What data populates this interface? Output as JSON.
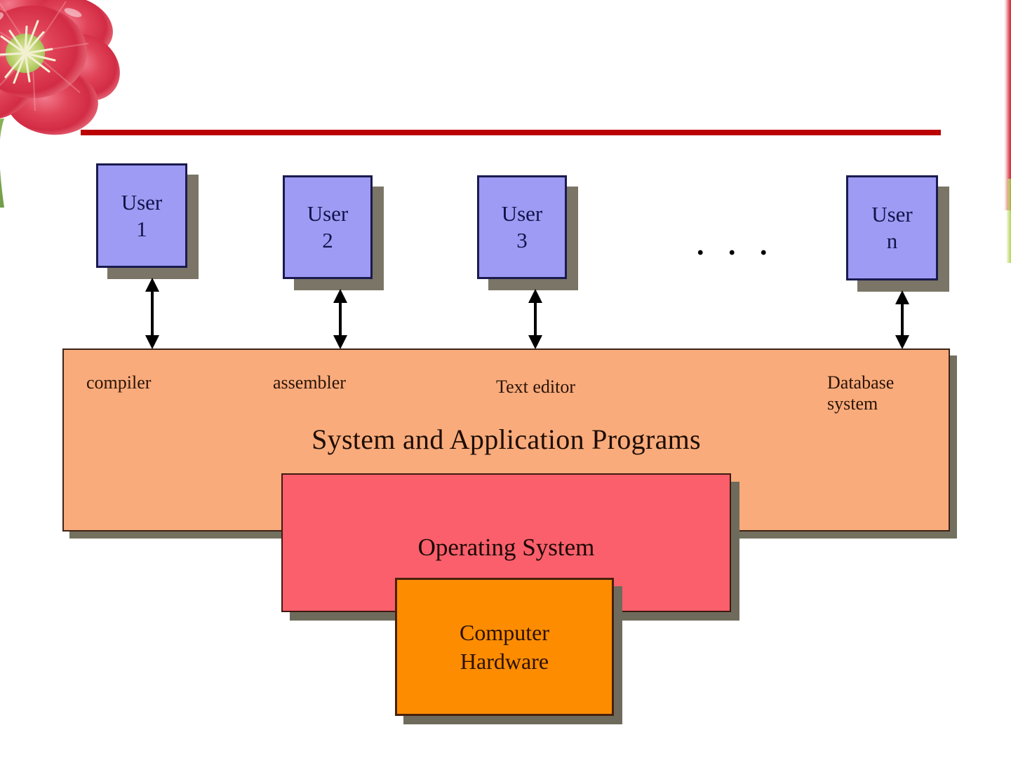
{
  "slide": {
    "title_rule_color": "#bb0303",
    "background": "#ffffff",
    "decoration": "poppy-flower"
  },
  "diagram": {
    "type": "layered-architecture",
    "users": [
      {
        "name": "user-1",
        "label_line1": "User",
        "label_line2": "1"
      },
      {
        "name": "user-2",
        "label_line1": "User",
        "label_line2": "2"
      },
      {
        "name": "user-3",
        "label_line1": "User",
        "label_line2": "3"
      },
      {
        "name": "user-n",
        "label_line1": "User",
        "label_line2": "n"
      }
    ],
    "ellipsis": ". . .",
    "application_band": {
      "title": "System and Application Programs",
      "fill": "#f9ab7b",
      "labels": [
        {
          "name": "compiler",
          "line1": "compiler",
          "line2": ""
        },
        {
          "name": "assembler",
          "line1": "assembler",
          "line2": ""
        },
        {
          "name": "text-editor",
          "line1": "Text editor",
          "line2": ""
        },
        {
          "name": "database-system",
          "line1": "Database",
          "line2": "system"
        }
      ]
    },
    "operating_system": {
      "title": "Operating System",
      "fill": "#fa5f6b"
    },
    "hardware": {
      "line1": "Computer",
      "line2": "Hardware",
      "fill": "#fe8c01"
    }
  }
}
